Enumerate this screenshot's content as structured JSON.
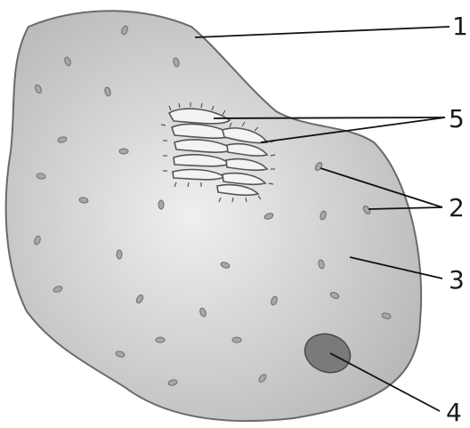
{
  "labels": {
    "cell_membrane": "1",
    "ribosomes": "2",
    "cytoplasm": "3",
    "nucleus": "4",
    "rough_er": "5"
  },
  "colors": {
    "cell_fill_center": "#efefef",
    "cell_fill_edge": "#b9b9b9",
    "cell_outline": "#6a6a6a",
    "nucleus_fill": "#7a7a7a",
    "nucleus_outline": "#4a4a4a",
    "ribosome_fill": "#a7a7a7"
  }
}
